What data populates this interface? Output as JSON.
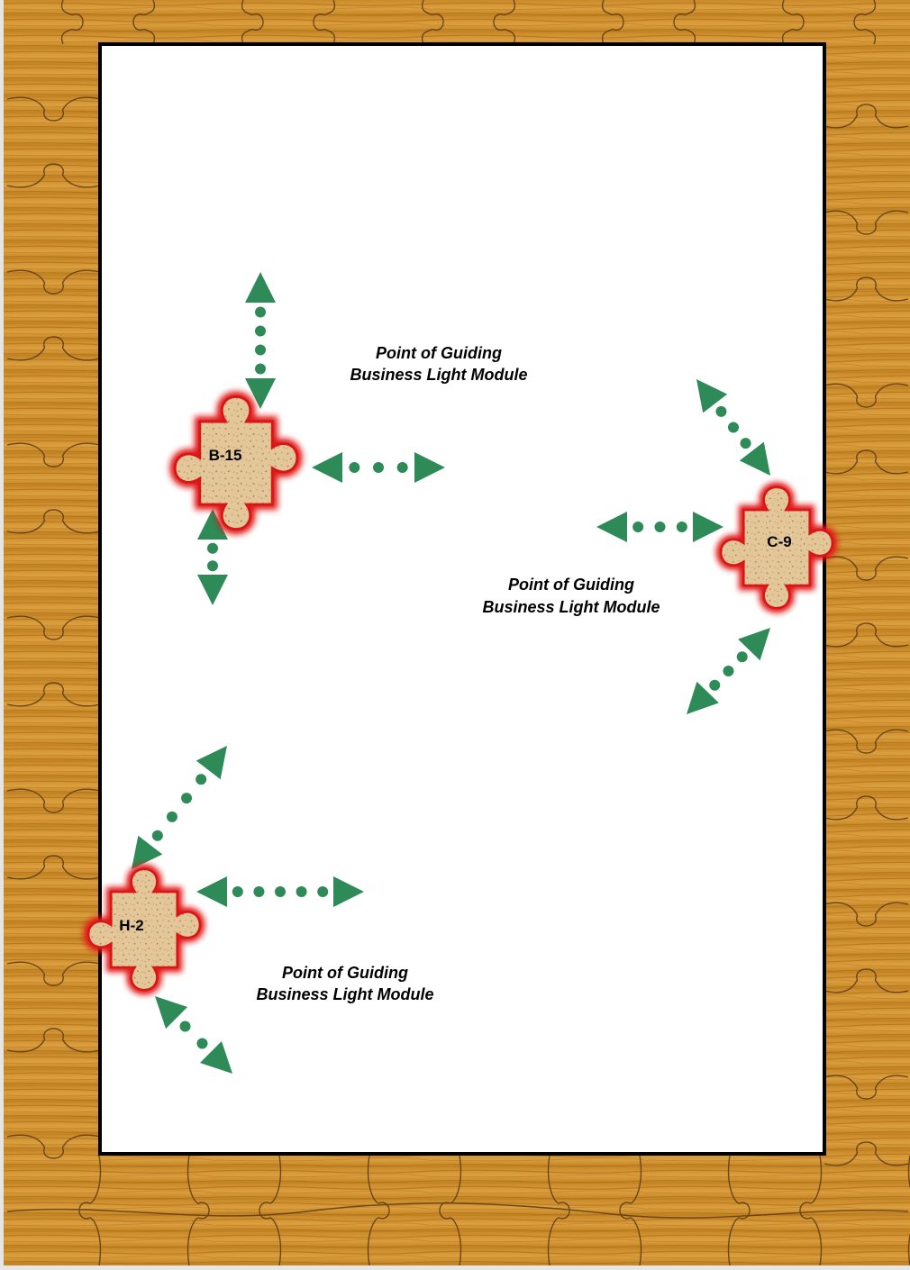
{
  "colors": {
    "wood_light": "#d9962e",
    "wood_dark": "#a8630f",
    "piece_outline": "#5a3a14",
    "panel_bg": "#ffffff",
    "panel_border": "#000000",
    "arrow": "#2e8b57",
    "cork": "#e3c79a",
    "piece_glow": "#e01818",
    "text": "#000000"
  },
  "pieces": [
    {
      "id": "b15",
      "label": "B-15"
    },
    {
      "id": "c9",
      "label": "C-9"
    },
    {
      "id": "h2",
      "label": "H-2"
    }
  ],
  "captions": [
    {
      "line1": "Point of Guiding",
      "line2": "Business Light Module"
    },
    {
      "line1": "Point of Guiding",
      "line2": "Business Light Module"
    },
    {
      "line1": "Point of Guiding",
      "line2": "Business Light Module"
    }
  ]
}
